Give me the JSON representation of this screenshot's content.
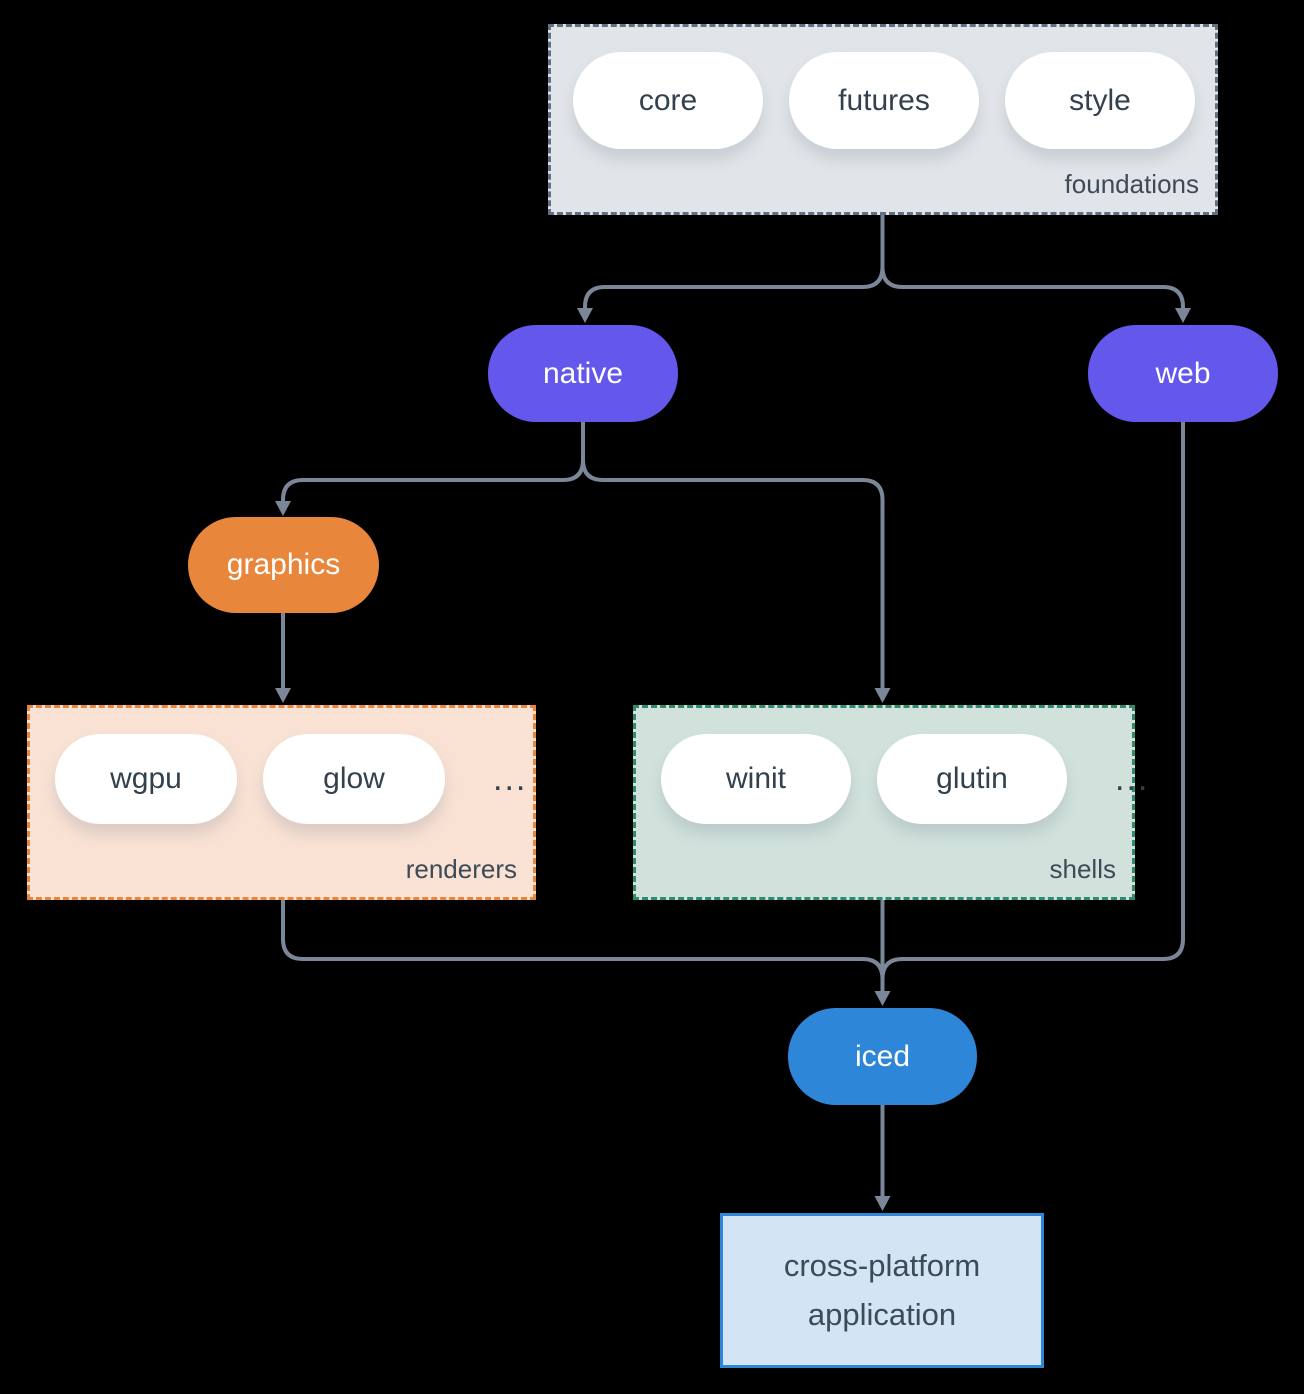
{
  "colors": {
    "background": "#000000",
    "connector": "#7b8798",
    "node_purple": "#6457ec",
    "node_orange": "#e8873b",
    "node_blue": "#2e86d8",
    "foundations_fill": "#e1e5e9",
    "foundations_border": "#5f7183",
    "renderers_fill": "#f9e2d4",
    "renderers_border": "#e8873b",
    "shells_fill": "#d1e2dd",
    "shells_border": "#2f8a73",
    "app_fill": "#d3e4f5",
    "app_border": "#2e86d8",
    "text_dark": "#33414e",
    "text_light": "#ffffff"
  },
  "groups": {
    "foundations": {
      "label": "foundations",
      "items": [
        "core",
        "futures",
        "style"
      ]
    },
    "renderers": {
      "label": "renderers",
      "items": [
        "wgpu",
        "glow"
      ],
      "ellipsis": "..."
    },
    "shells": {
      "label": "shells",
      "items": [
        "winit",
        "glutin"
      ],
      "ellipsis": "..."
    }
  },
  "nodes": {
    "native": "native",
    "web": "web",
    "graphics": "graphics",
    "iced": "iced",
    "application": "cross-platform application"
  }
}
